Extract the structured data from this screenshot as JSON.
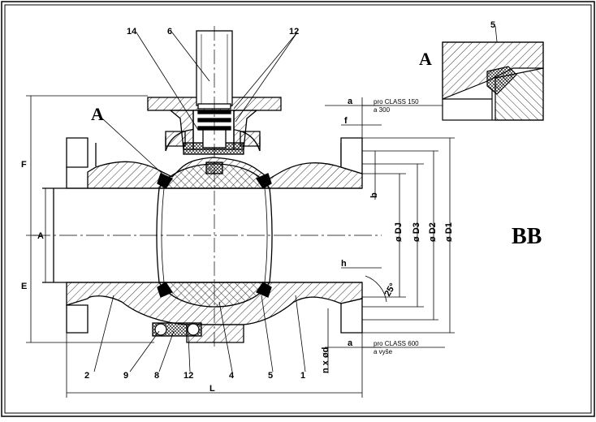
{
  "drawing": {
    "section_title": "BB",
    "detail_label": "A",
    "detail_view_title": "A",
    "part_numbers": [
      "1",
      "2",
      "4",
      "5",
      "6",
      "8",
      "9",
      "12",
      "14"
    ],
    "dimension_labels": {
      "overall_length": "L",
      "height_top": "F",
      "height_bottom": "E",
      "bore": "A",
      "flange_face": "a",
      "raised_face": "f",
      "flange_thickness": "b",
      "face_offset": "h",
      "angle": "25°",
      "d_j": "ø DJ",
      "d_3": "ø D3",
      "d_2": "ø D2",
      "d_1": "ø D1",
      "holes": "n x ød"
    },
    "notes": {
      "class150_line1": "pro CLASS 150",
      "class150_line2": "a 300",
      "class600_line1": "pro CLASS 600",
      "class600_line2": "a vyše"
    }
  }
}
